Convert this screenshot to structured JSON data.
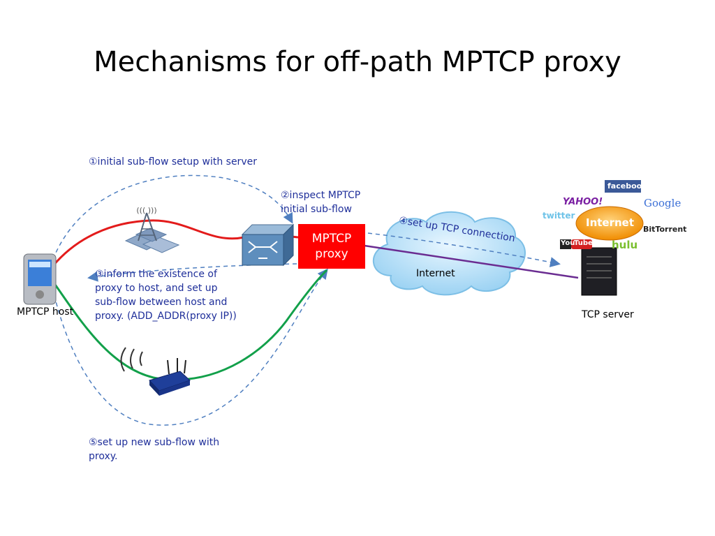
{
  "title": "Mechanisms for off-path MPTCP proxy",
  "steps": {
    "step1": "①initial sub-flow setup with server",
    "step2_line1": "②inspect MPTCP",
    "step2_line2": "initial sub-flow",
    "step3_line1": "③inform the existence of",
    "step3_line2": "proxy to host, and set up",
    "step3_line3": "sub-flow between host and",
    "step3_line4": "proxy. (ADD_ADDR(proxy IP))",
    "step4": "④set up TCP connection",
    "step5_line1": "⑤set up new sub-flow with",
    "step5_line2": "proxy."
  },
  "nodes": {
    "proxy_line1": "MPTCP",
    "proxy_line2": "proxy",
    "internet": "Internet",
    "host": "MPTCP host",
    "server": "TCP server"
  },
  "logos": {
    "yahoo": "YAHOO!",
    "facebook": "facebook",
    "google": "Google",
    "twitter": "twitter",
    "internet": "Internet",
    "bittorrent": "BitTorrent",
    "youtube_you": "You",
    "youtube_tube": "Tube",
    "hulu": "hulu"
  },
  "colors": {
    "red_path": "#e31b1b",
    "green_path": "#12a04a",
    "purple_path": "#6a2c91",
    "dashed_arrow": "#4f7fc0",
    "label_text": "#1f2f9a",
    "proxy_box": "#ff0000"
  }
}
